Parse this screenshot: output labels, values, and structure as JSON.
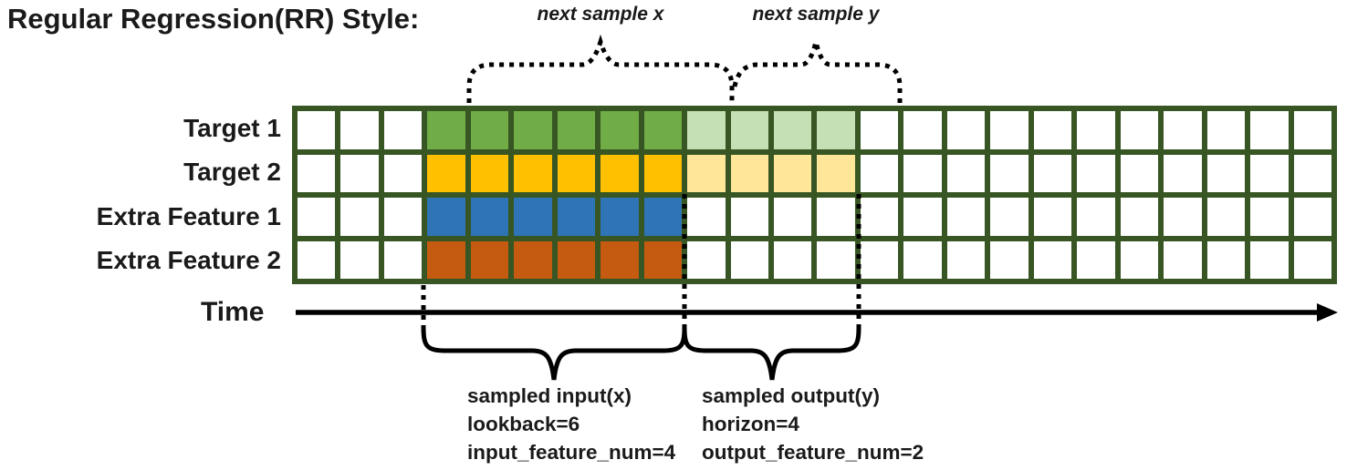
{
  "title": "Regular Regression(RR) Style:",
  "rows": [
    {
      "label": "Target 1",
      "input_color": "#70AD47",
      "output_color": "#C5E0B4"
    },
    {
      "label": "Target 2",
      "input_color": "#FFC000",
      "output_color": "#FFE699"
    },
    {
      "label": "Extra Feature 1",
      "input_color": "#2E74B6",
      "output_color": null
    },
    {
      "label": "Extra Feature 2",
      "input_color": "#C55A11",
      "output_color": null
    }
  ],
  "grid": {
    "columns": 24,
    "lead_cols": 3,
    "lookback": 6,
    "horizon": 4,
    "border_color": "#375623",
    "cell_color": "#FFFFFF"
  },
  "annotations": {
    "next_sample_x": "next sample x",
    "next_sample_y": "next sample y",
    "time_label": "Time",
    "input_label": [
      "sampled input(x)",
      "lookback=6",
      "input_feature_num=4"
    ],
    "output_label": [
      "sampled output(y)",
      "horizon=4",
      "output_feature_num=2"
    ],
    "line_color": "#000000"
  }
}
